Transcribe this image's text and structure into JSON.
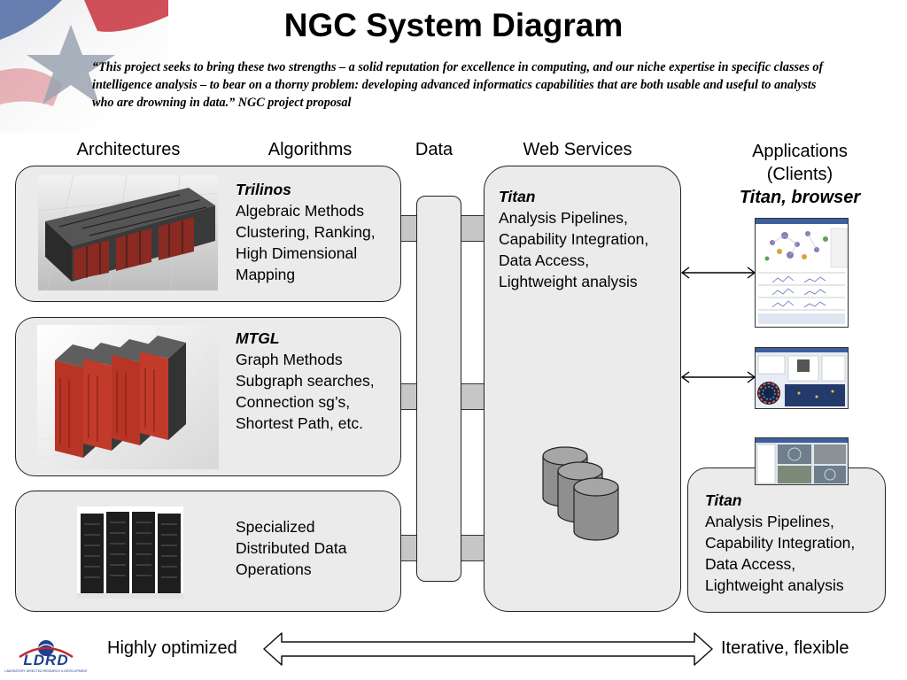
{
  "title": "NGC System Diagram",
  "quote": "“This project seeks to bring these two strengths – a solid reputation for excellence in computing, and our niche expertise in specific classes of intelligence analysis – to bear on a thorny problem: developing advanced informatics capabilities that are both usable and useful to analysts who are drowning in data.”  NGC project proposal",
  "columns": {
    "architectures": "Architectures",
    "algorithms": "Algorithms",
    "data": "Data",
    "web_services": "Web Services",
    "applications_line1": "Applications",
    "applications_line2": "(Clients)",
    "applications_line3": "Titan, browser"
  },
  "panels": {
    "trilinos": {
      "heading": "Trilinos",
      "lines": [
        "Algebraic Methods",
        "Clustering, Ranking,",
        "High Dimensional",
        "Mapping"
      ]
    },
    "mtgl": {
      "heading": "MTGL",
      "lines": [
        "Graph Methods",
        "Subgraph searches,",
        "Connection sg’s,",
        "Shortest Path, etc."
      ]
    },
    "specialized": {
      "lines": [
        "Specialized",
        "Distributed Data",
        "Operations"
      ]
    },
    "web_titan": {
      "heading": "Titan",
      "lines": [
        "Analysis Pipelines,",
        "Capability Integration,",
        "Data Access,",
        "Lightweight analysis"
      ]
    },
    "client_titan": {
      "heading": "Titan",
      "lines": [
        "Analysis Pipelines,",
        "Capability Integration,",
        "Data Access,",
        "Lightweight analysis"
      ]
    }
  },
  "bottom": {
    "left": "Highly optimized",
    "right": "Iterative, flexible"
  },
  "logo": {
    "text": "LDRD",
    "subtext": "LABORATORY DIRECTED RESEARCH & DEVELOPMENT"
  },
  "colors": {
    "panel_fill": "#ebebeb",
    "connector_fill": "#c6c6c6",
    "flag_red": "#c8323c",
    "flag_blue": "#2d4a8a",
    "server_red": "#c23b2a",
    "logo_blue": "#1f3f8f",
    "logo_red": "#c0272d"
  }
}
